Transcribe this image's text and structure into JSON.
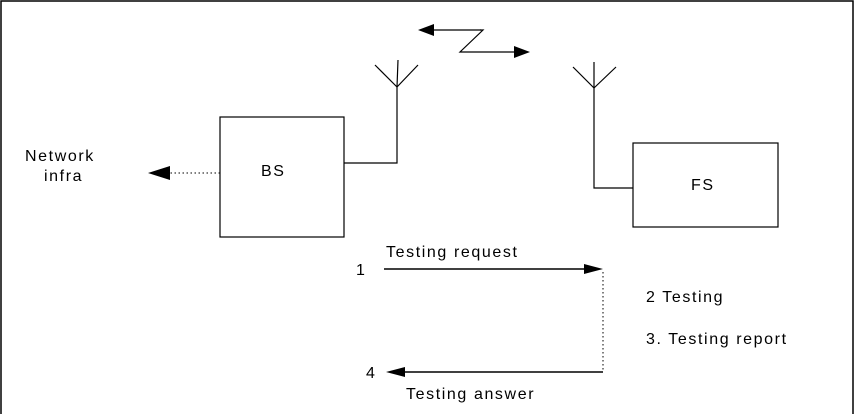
{
  "colors": {
    "line": "#000000",
    "background": "#ffffff"
  },
  "nodes": {
    "network": {
      "line1": "Network",
      "line2": "infra"
    },
    "bs": {
      "label": "BS"
    },
    "fs": {
      "label": "FS"
    }
  },
  "steps": {
    "step1": {
      "number": "1",
      "label": "Testing request"
    },
    "step2": {
      "label": "2 Testing"
    },
    "step3": {
      "label": "3. Testing report"
    },
    "step4": {
      "number": "4",
      "label": "Testing answer"
    }
  }
}
